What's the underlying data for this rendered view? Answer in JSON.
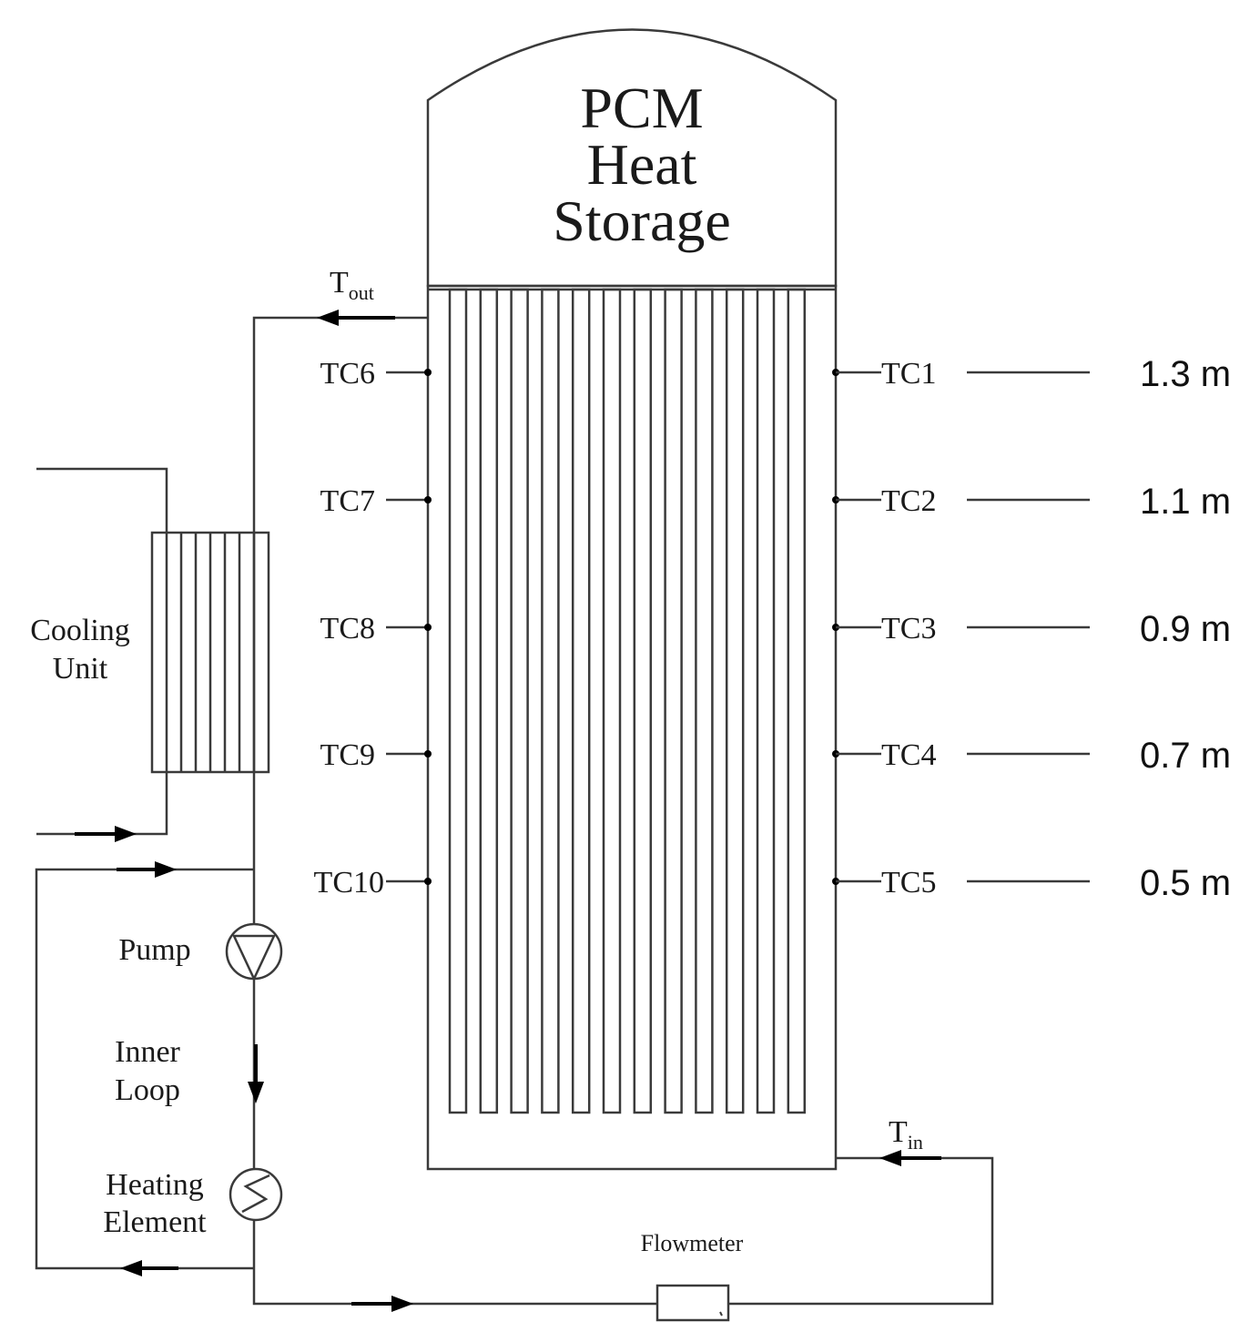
{
  "tank": {
    "title_lines": [
      "PCM",
      "Heat",
      "Storage"
    ]
  },
  "labels": {
    "tout": "T",
    "tout_sub": "out",
    "tin": "T",
    "tin_sub": "in",
    "cooling_unit": [
      "Cooling",
      "Unit"
    ],
    "pump": "Pump",
    "inner_loop": [
      "Inner",
      "Loop"
    ],
    "heating_element": [
      "Heating",
      "Element"
    ],
    "flowmeter": "Flowmeter"
  },
  "thermocouples_left": [
    "TC6",
    "TC7",
    "TC8",
    "TC9",
    "TC10"
  ],
  "thermocouples_right": [
    {
      "name": "TC1",
      "height": "1.3 m"
    },
    {
      "name": "TC2",
      "height": "1.1 m"
    },
    {
      "name": "TC3",
      "height": "0.9 m"
    },
    {
      "name": "TC4",
      "height": "0.7 m"
    },
    {
      "name": "TC5",
      "height": "0.5 m"
    }
  ]
}
